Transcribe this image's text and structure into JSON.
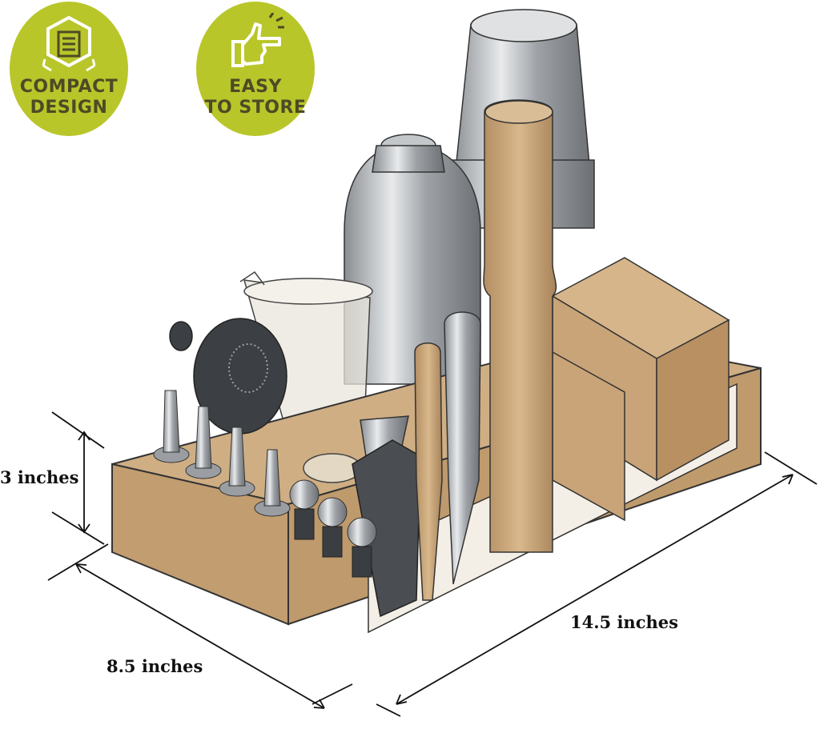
{
  "badges": [
    {
      "icon": "box-icon",
      "line1": "COMPACT",
      "line2": "DESIGN"
    },
    {
      "icon": "pointing-hand-icon",
      "line1": "EASY",
      "line2": "TO STORE"
    }
  ],
  "dimensions": {
    "height": "3 inches",
    "depth": "8.5 inches",
    "width": "14.5 inches"
  },
  "colors": {
    "badge_green": "#b8c62a",
    "badge_text": "#4d4a25",
    "wood": "#c8a478",
    "steel": "#b8bcc0"
  }
}
